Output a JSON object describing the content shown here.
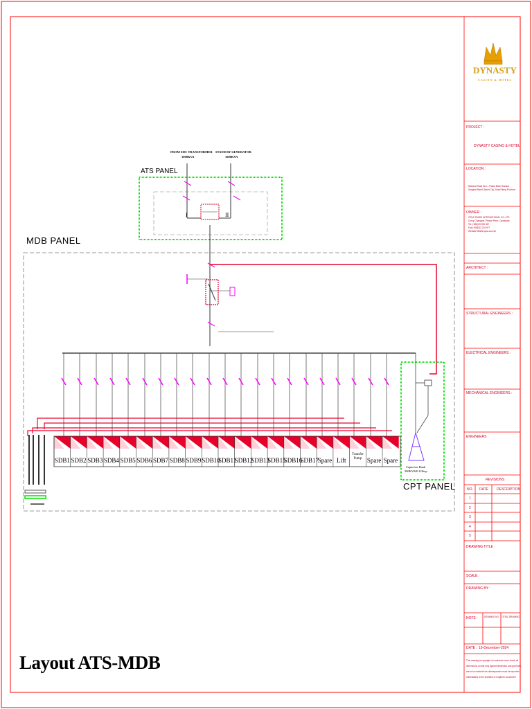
{
  "drawing": {
    "title": "Layout ATS-MDB",
    "ats_panel_label": "ATS PANEL",
    "mdb_panel_label": "MDB PANEL",
    "cpt_panel_label": "CPT PANEL",
    "source_left": "FROM EDC TRANSFORMER",
    "source_left_rating": "1000KVA",
    "source_right": "STAND BY GENERATOR",
    "source_right_rating": "1000KVA",
    "ats_switch_left": "I",
    "ats_switch_right": "II",
    "capacitor_label": "Capacitor Bank",
    "capacitor_rating": "300KVAR/12Step",
    "outgoing_feeders": [
      "SDB1",
      "SDB2",
      "SDB3",
      "SDB4",
      "SDB5",
      "SDB6",
      "SDB7",
      "SDB8",
      "SDB9",
      "SDB10",
      "SDB11",
      "SDB12",
      "SDB13",
      "SDB15",
      "SDB16",
      "SDB17",
      "Spare",
      "Lift",
      "Transfer Pump",
      "Spare",
      "Spare"
    ]
  },
  "title_block": {
    "logo_name": "DYNASTY",
    "logo_tagline": "CASINO & HOTEL",
    "project_label": "PROJECT :",
    "project_value": "DYNASTY CASINO & HOTEL",
    "location_label": "LOCATION :",
    "location_line1": "National Road No.1, Prasat Bavet Kandal",
    "location_line2": "Sangkat Bavet, Bavet City, Svay Rieng Province",
    "owner_label": "OWNER :",
    "owner_line1": "CPKA TRADE INTERNATIONAL CO.,LTD",
    "owner_line2": "Chroy Changvar, Phnom Penh, Cambodia",
    "owner_line3": "Tel:(+855)23 990 567",
    "owner_line4": "Fax:(+855)23 216 977",
    "owner_line5": "Website:WWW.cpka.com.kh",
    "architect_label": "ARCHITECT :",
    "structural_label": "STRUCTURAL ENGINEERS :",
    "electrical_label": "ELECTRICAL ENGINEERS :",
    "mechanical_label": "MECHANICAL ENGINEERS :",
    "engineers_label": "ENGINEERS :",
    "revisions_label": "REVISIONS",
    "rev_no": "NO.",
    "rev_date": "DATE",
    "rev_desc": "DESCRIPTION",
    "rev_rows": [
      "1",
      "2",
      "3",
      "4",
      "5"
    ],
    "drawing_title_label": "DRAWING TITLE :",
    "scale_label": "SCALE :",
    "drawing_by_label": "DRAWING BY :",
    "note_label": "NOTE :",
    "drawing_no_label": "DRAWING NO.",
    "total_drawing_label": "TOTAL DRAWING",
    "date_label": "DATE :",
    "date_value": "19-December-2024",
    "note_line1": "This drawing is copyright of contractor more check all",
    "note_line2": "dimensions on site only figured dimension and grid lines",
    "note_line3": "are to be worked from discrepancies must be reported",
    "note_line4": "immediately to the architect or engineer concerned"
  },
  "colors": {
    "border": "#ff0000",
    "ats_green": "#00e000",
    "breaker_magenta": "#ff00ff",
    "feeder_red": "#e8002a",
    "logo_gold": "#d4a017"
  }
}
